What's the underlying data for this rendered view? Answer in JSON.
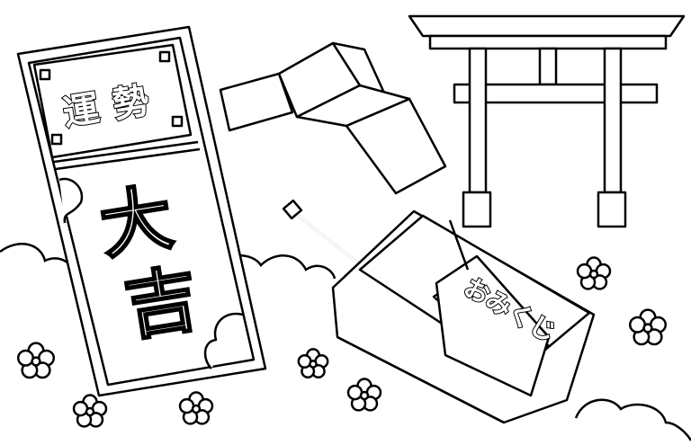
{
  "fortune_slip": {
    "header": "運勢",
    "result_line1": "大",
    "result_line2": "吉"
  },
  "omikuji_box": {
    "label": "おみくじ"
  },
  "colors": {
    "line": "#000000",
    "fill": "#ffffff"
  }
}
